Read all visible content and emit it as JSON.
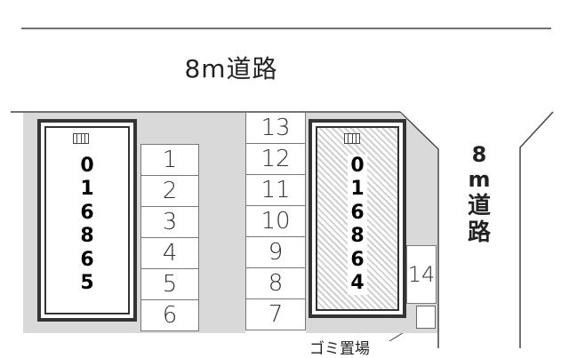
{
  "roads": {
    "top_label": "8m道路",
    "side_label_number": "8",
    "side_label_unit": "m",
    "side_label_kanji_1": "道",
    "side_label_kanji_2": "路"
  },
  "buildings": {
    "left": {
      "id_digits": [
        "0",
        "1",
        "6",
        "8",
        "6",
        "5"
      ],
      "icon": "stairs-icon"
    },
    "right": {
      "id_digits": [
        "0",
        "1",
        "6",
        "8",
        "6",
        "4"
      ],
      "icon": "stairs-icon"
    }
  },
  "parking": {
    "left_column": [
      "1",
      "2",
      "3",
      "4",
      "5",
      "6"
    ],
    "middle_column": [
      "13",
      "12",
      "11",
      "10",
      "9",
      "8",
      "7"
    ],
    "right_extra": "14"
  },
  "trash_area": {
    "label": "ゴミ置場"
  },
  "colors": {
    "lot_fill": "#d9d9d9",
    "outline": "#333333",
    "road_line": "#444444"
  }
}
